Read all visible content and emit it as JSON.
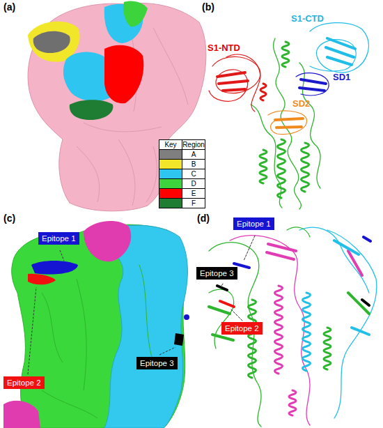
{
  "diagram": {
    "nodes": [
      {
        "text": [
          "Epitope 1"
        ]
      },
      {
        "text": [
          "Epitope 2"
        ]
      },
      {
        "text": [
          "Epitope 3"
        ]
      },
      {
        "text": [
          "Epitope 1"
        ]
      },
      {
        "text": [
          "Epitope 3"
        ]
      },
      {
        "text": [
          "Epitope 2"
        ]
      }
    ],
    "labels": [
      "(a)",
      "(b)",
      "S1-NTD",
      "S1-CTD",
      "SD1",
      "SD2",
      "(c)",
      "(d)",
      "Key",
      "Region"
    ],
    "legend": [
      {
        "text": "A",
        "color": "#7f7f7f"
      },
      {
        "text": "B",
        "color": "#f2e62b"
      },
      {
        "text": "C",
        "color": "#2ec5f0"
      },
      {
        "text": "D",
        "color": "#3cd33c"
      },
      {
        "text": "E",
        "color": "#ff0000"
      },
      {
        "text": "F",
        "color": "#1f7d33"
      }
    ]
  }
}
